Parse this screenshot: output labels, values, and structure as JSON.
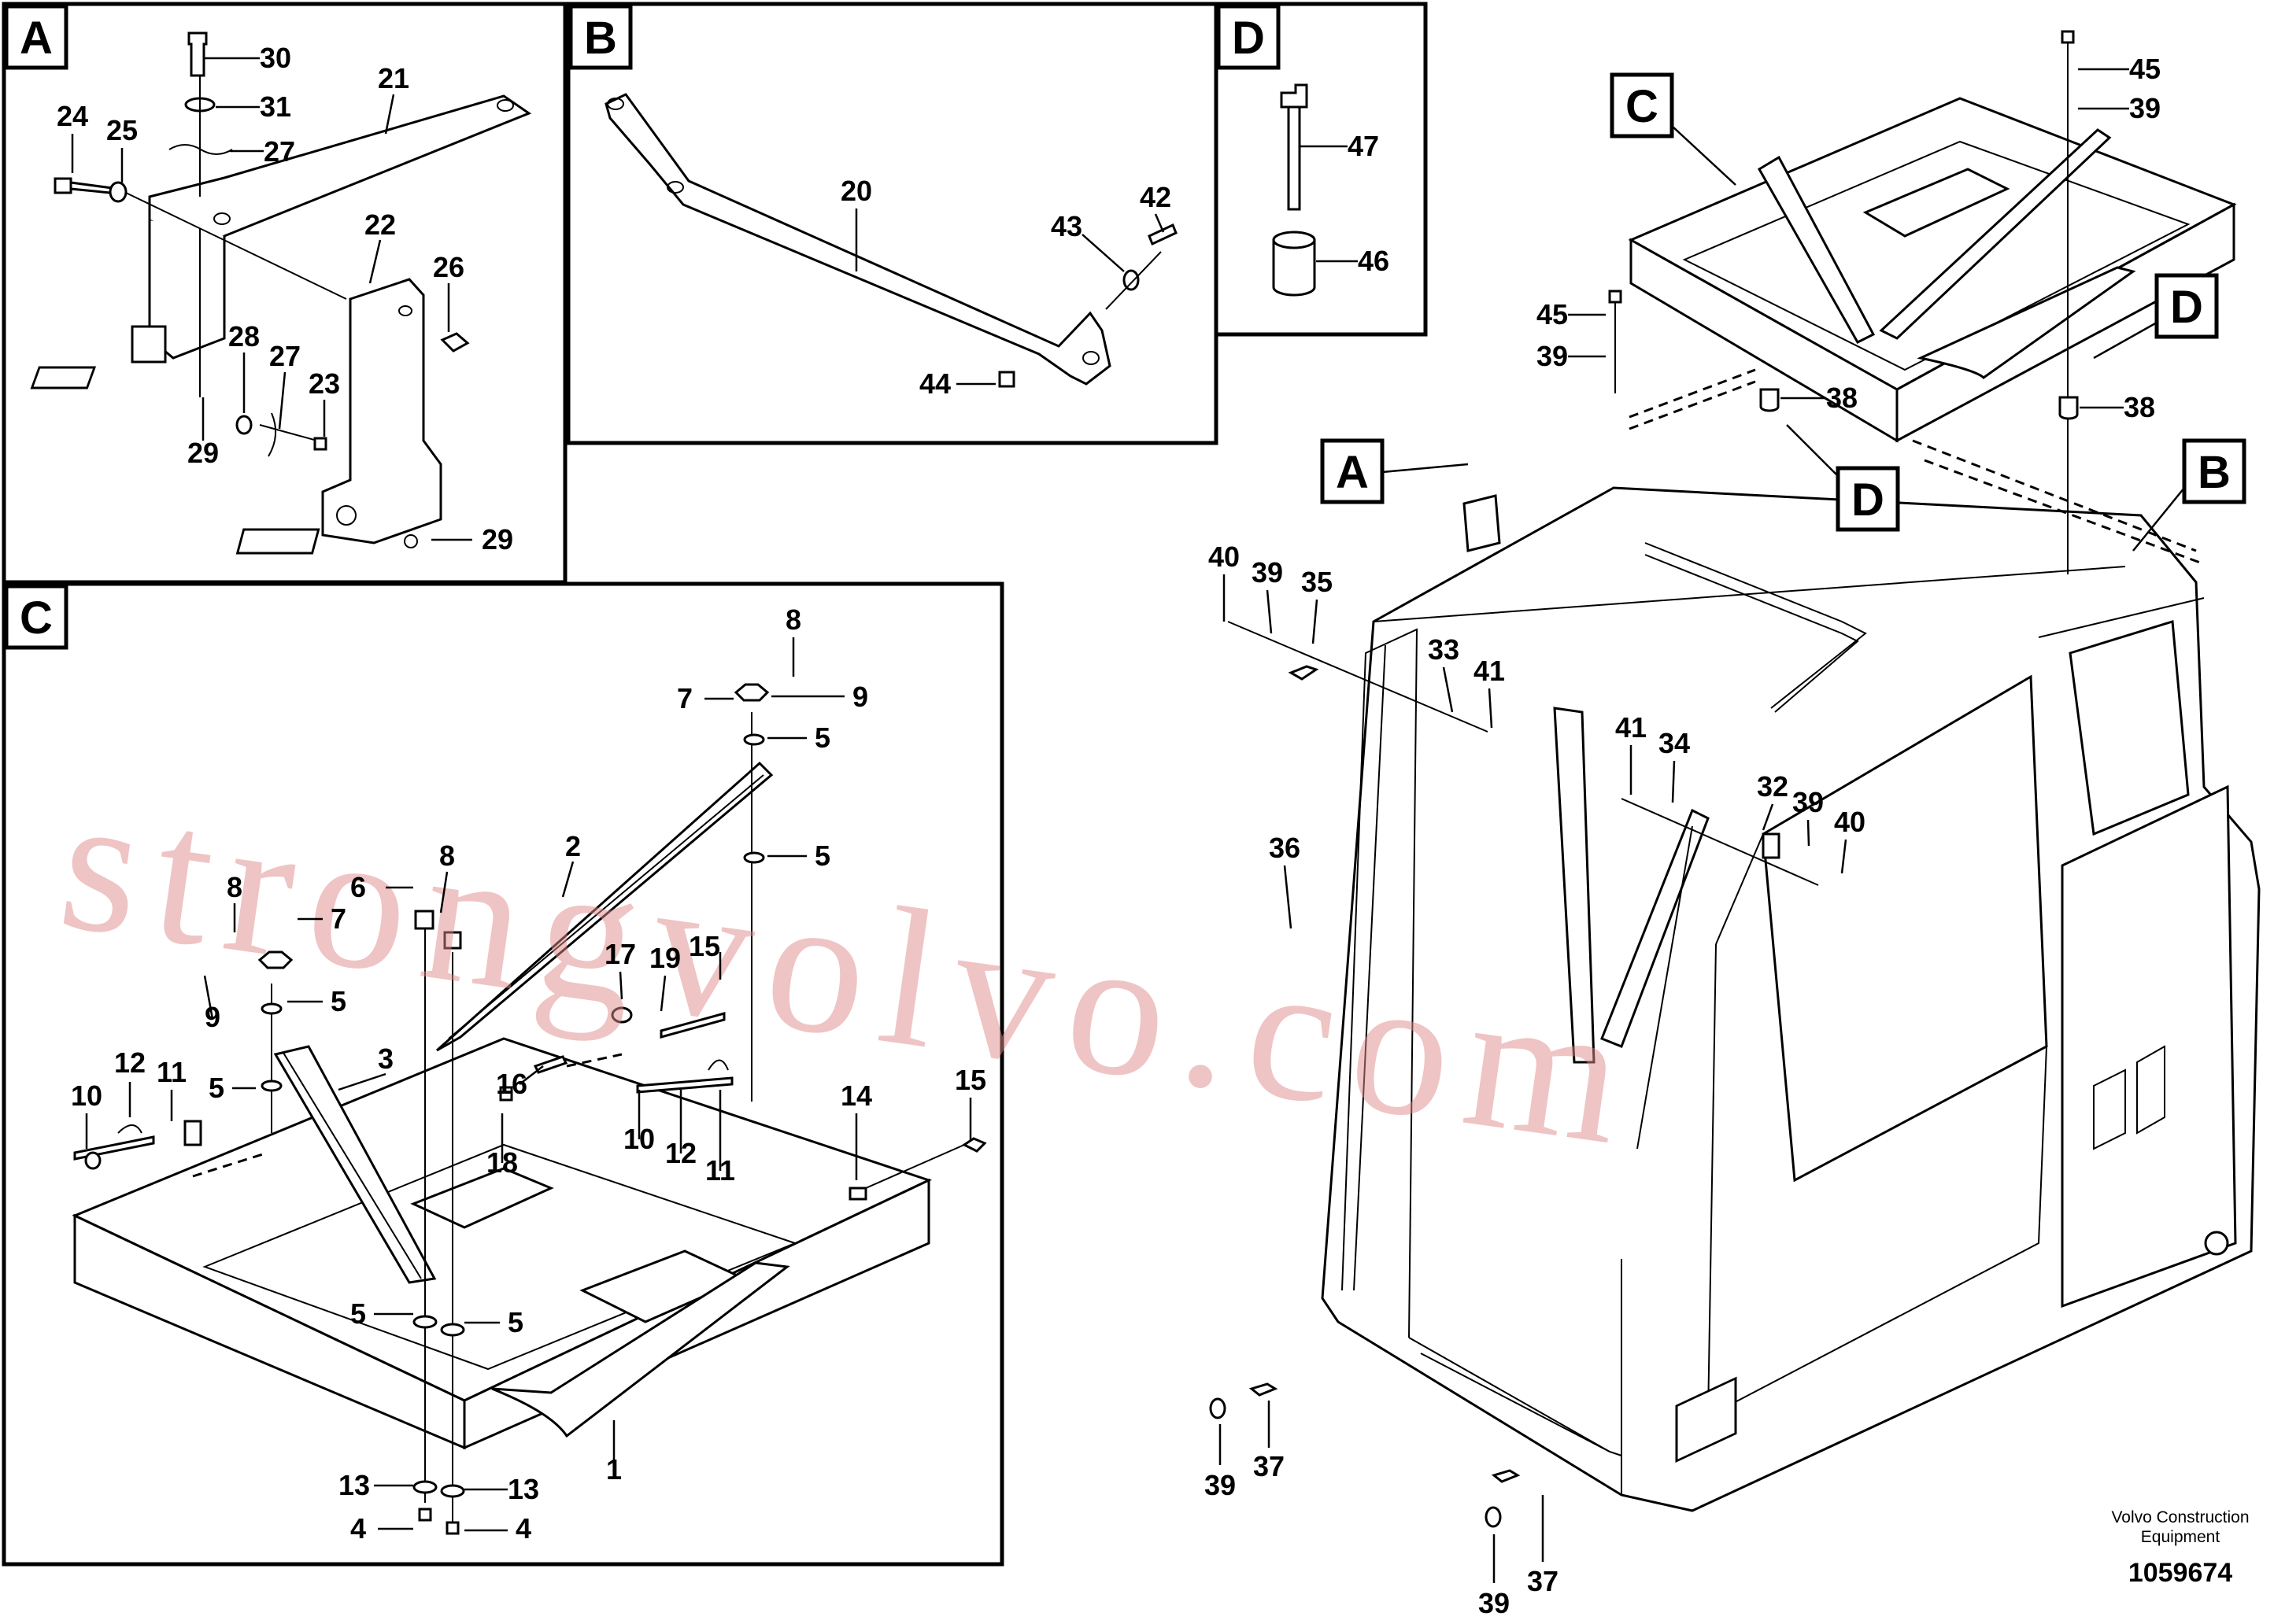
{
  "panels": {
    "a": {
      "tag": "A"
    },
    "b": {
      "tag": "B"
    },
    "c": {
      "tag": "C"
    },
    "d": {
      "tag": "D"
    }
  },
  "callouts": {
    "a": {
      "tag": "A"
    },
    "b": {
      "tag": "B"
    },
    "c": {
      "tag": "C"
    },
    "d1": {
      "tag": "D"
    },
    "d2": {
      "tag": "D"
    }
  },
  "part_labels": {
    "a": [
      "30",
      "31",
      "27",
      "21",
      "24",
      "25",
      "22",
      "26",
      "28",
      "27",
      "23",
      "29",
      "29"
    ],
    "b": [
      "20",
      "42",
      "43",
      "44"
    ],
    "d": [
      "47",
      "46"
    ],
    "c": [
      "8",
      "7",
      "9",
      "5",
      "5",
      "2",
      "8",
      "6",
      "8",
      "7",
      "5",
      "9",
      "17",
      "19",
      "15",
      "3",
      "5",
      "12",
      "11",
      "10",
      "16",
      "18",
      "10",
      "12",
      "11",
      "14",
      "15",
      "5",
      "5",
      "13",
      "13",
      "4",
      "4",
      "1"
    ],
    "main": [
      "45",
      "39",
      "45",
      "39",
      "38",
      "38",
      "40",
      "39",
      "35",
      "33",
      "41",
      "41",
      "34",
      "32",
      "39",
      "40",
      "36",
      "39",
      "37",
      "39",
      "37"
    ]
  },
  "watermark": "strongvolvo.com",
  "footer": {
    "brand_line1": "Volvo Construction",
    "brand_line2": "Equipment",
    "doc_number": "1059674"
  }
}
